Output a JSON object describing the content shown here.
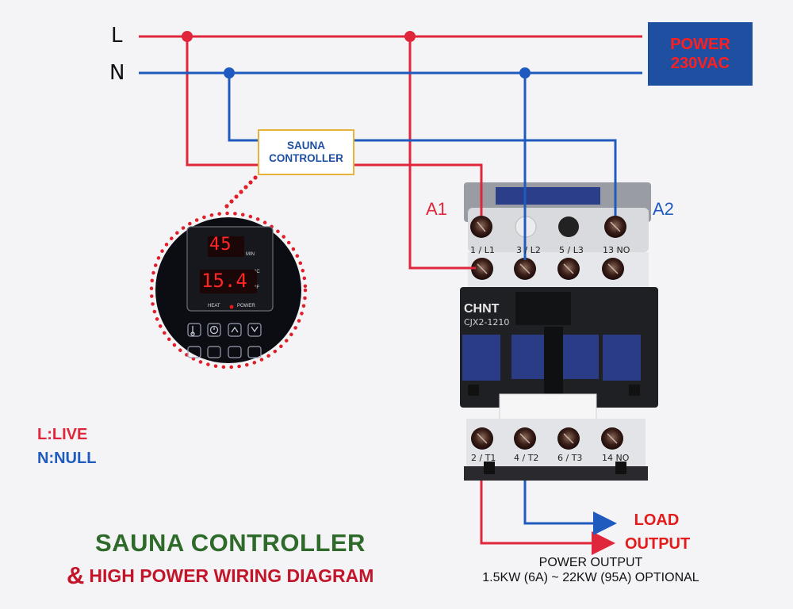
{
  "lines": {
    "live": "L",
    "null": "N"
  },
  "power_box": {
    "line1": "POWER",
    "line2": "230VAC"
  },
  "controller_box": {
    "line1": "SAUNA",
    "line2": "CONTROLLER"
  },
  "coil": {
    "a1": "A1",
    "a2": "A2"
  },
  "contactor": {
    "brand": "CHNT",
    "model": "CJX2-1210",
    "top_terminals": [
      "1 / L1",
      "3 / L2",
      "5 / L3",
      "13 NO"
    ],
    "bottom_terminals": [
      "2 / T1",
      "4 / T2",
      "6 / T3",
      "14 NO"
    ]
  },
  "display": {
    "time_value": "45",
    "time_unit": "MIN",
    "temp_value": "15.4",
    "unit_c": "°C",
    "unit_f": "°F",
    "heat_label": "HEAT",
    "power_label": "POWER"
  },
  "legend": {
    "live": "L:LIVE",
    "null": "N:NULL"
  },
  "load": {
    "line1": "LOAD",
    "line2": "OUTPUT"
  },
  "power_output": {
    "line1": "POWER OUTPUT",
    "line2": "1.5KW (6A) ~ 22KW (95A) OPTIONAL"
  },
  "title": {
    "line1": "SAUNA CONTROLLER",
    "amp": "&",
    "line2": "HIGH POWER WIRING DIAGRAM"
  },
  "colors": {
    "live": "#e0263a",
    "null": "#1f5bbf",
    "power_box": "#1f4fa0",
    "title_green": "#2e6b2a"
  }
}
